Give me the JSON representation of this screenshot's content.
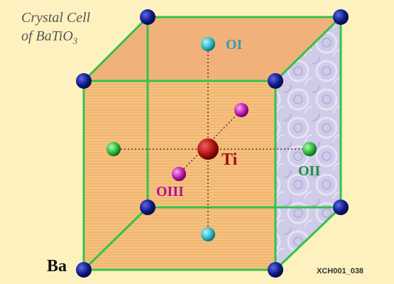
{
  "title": {
    "line1": "Crystal Cell",
    "line2_prefix": "of BaTiO",
    "line2_sub": "3"
  },
  "labels": {
    "oi": "OI",
    "ti": "Ti",
    "oii": "OII",
    "oiii": "OIII",
    "ba": "Ba"
  },
  "code": "XCH001_038",
  "colors": {
    "background": "#fdf2bf",
    "top_face": "#f0b27a",
    "front_face": "#f6c27e",
    "side_face": "#c9c7e6",
    "edge": "#33c24a",
    "ba_atom": "#101a8a",
    "ti_atom": "#b01010",
    "o_i_atom": "#31b6c4",
    "o_ii_atom": "#2bb83b",
    "o_iii_atom": "#c01ab0"
  }
}
